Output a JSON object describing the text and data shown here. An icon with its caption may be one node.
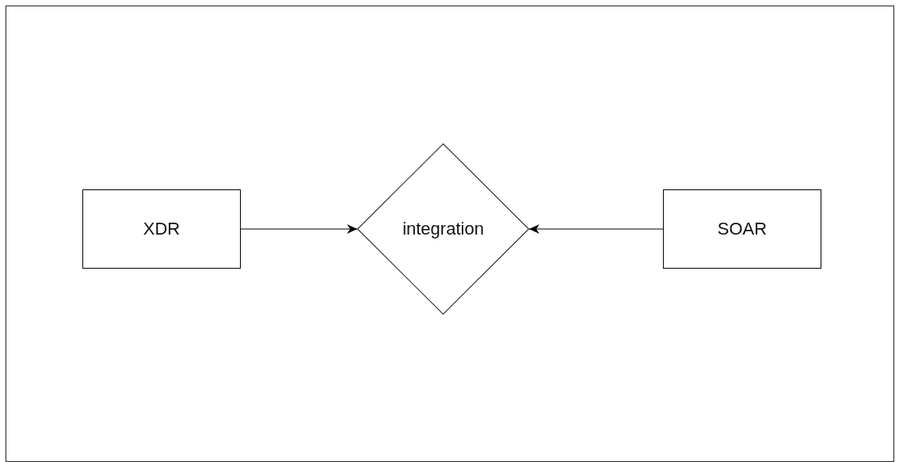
{
  "diagram": {
    "nodes": [
      {
        "text": [
          "XDR"
        ]
      },
      {
        "text": [
          "integration"
        ]
      },
      {
        "text": [
          "SOAR"
        ]
      }
    ],
    "edges": [
      {
        "from": 0,
        "to": 1,
        "arrow": "to"
      },
      {
        "from": 2,
        "to": 1,
        "arrow": "to"
      }
    ]
  }
}
